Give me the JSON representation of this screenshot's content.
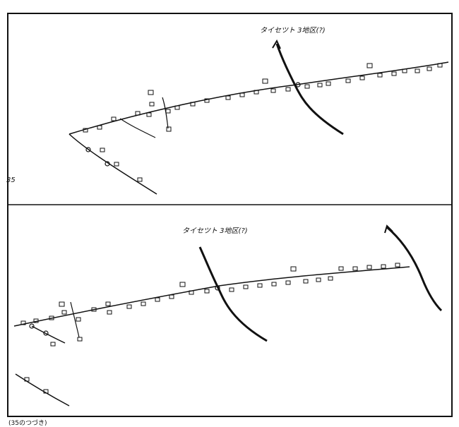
{
  "labels": {
    "station_top": "タイセツト 3地区(?)",
    "station_bottom": "タイセツト 3地区(?)",
    "sheet_number": "35",
    "caption": "(35のつづき)"
  },
  "colors": {
    "ink": "#111111",
    "paper": "#ffffff"
  }
}
